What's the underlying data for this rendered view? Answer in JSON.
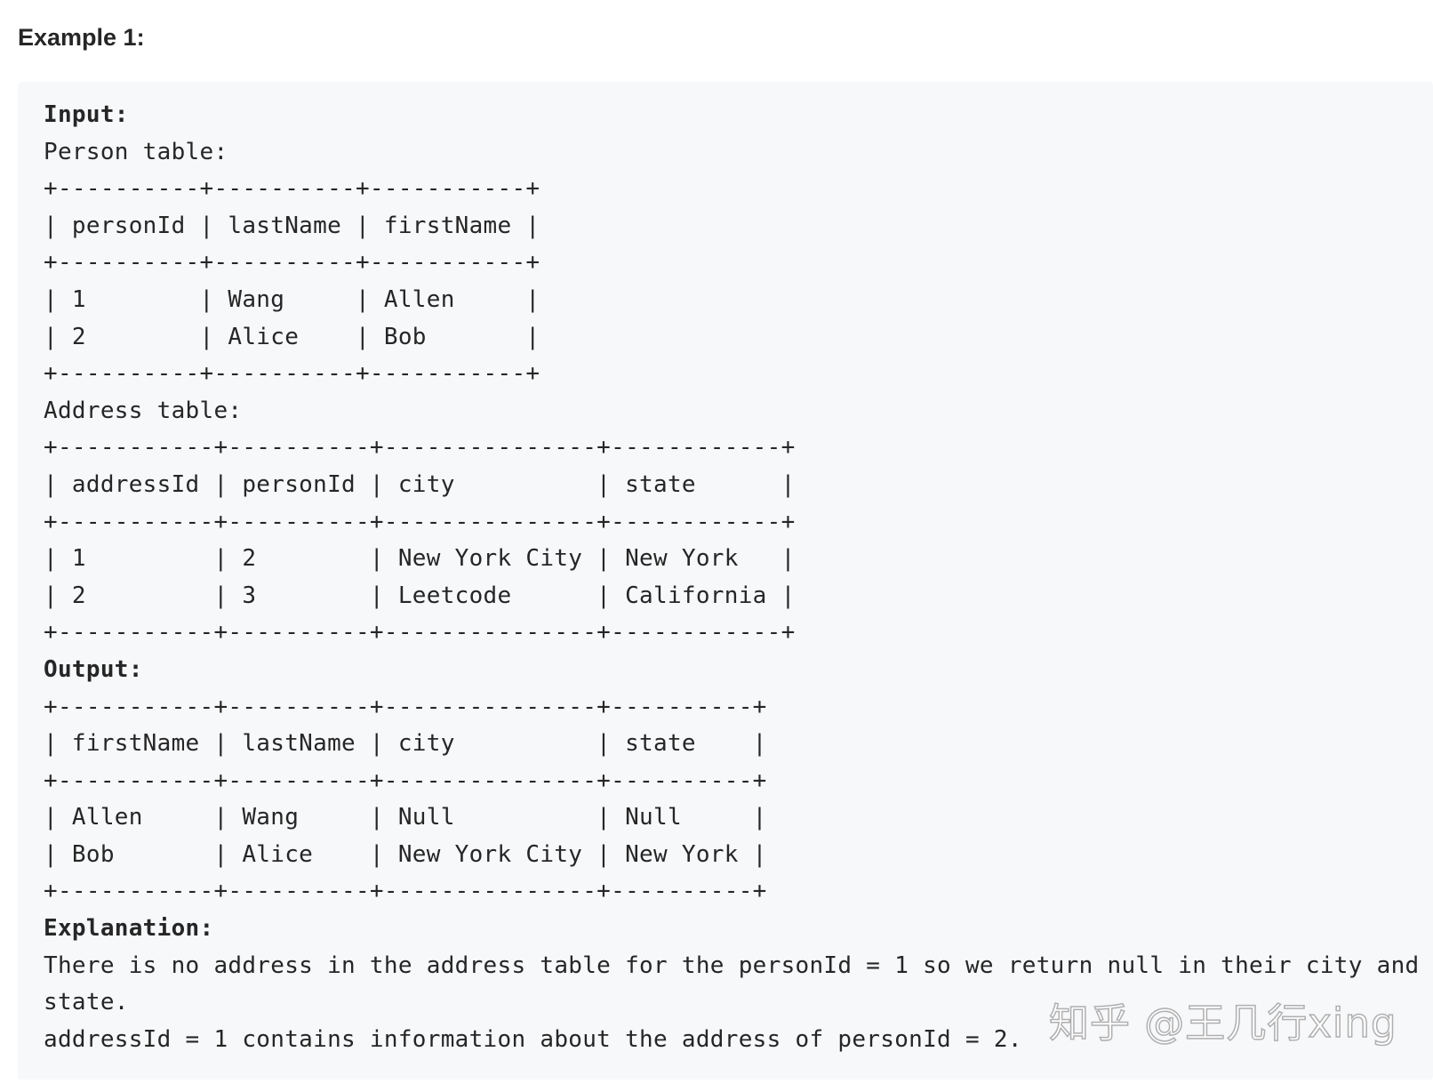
{
  "heading": "Example 1:",
  "code_lines": [
    {
      "text": "Input:",
      "bold": true
    },
    {
      "text": "Person table:",
      "bold": false
    },
    {
      "text": "+----------+----------+-----------+",
      "bold": false
    },
    {
      "text": "| personId | lastName | firstName |",
      "bold": false
    },
    {
      "text": "+----------+----------+-----------+",
      "bold": false
    },
    {
      "text": "| 1        | Wang     | Allen     |",
      "bold": false
    },
    {
      "text": "| 2        | Alice    | Bob       |",
      "bold": false
    },
    {
      "text": "+----------+----------+-----------+",
      "bold": false
    },
    {
      "text": "Address table:",
      "bold": false
    },
    {
      "text": "+-----------+----------+---------------+------------+",
      "bold": false
    },
    {
      "text": "| addressId | personId | city          | state      |",
      "bold": false
    },
    {
      "text": "+-----------+----------+---------------+------------+",
      "bold": false
    },
    {
      "text": "| 1         | 2        | New York City | New York   |",
      "bold": false
    },
    {
      "text": "| 2         | 3        | Leetcode      | California |",
      "bold": false
    },
    {
      "text": "+-----------+----------+---------------+------------+",
      "bold": false
    },
    {
      "text": "Output:",
      "bold": true
    },
    {
      "text": "+-----------+----------+---------------+----------+",
      "bold": false
    },
    {
      "text": "| firstName | lastName | city          | state    |",
      "bold": false
    },
    {
      "text": "+-----------+----------+---------------+----------+",
      "bold": false
    },
    {
      "text": "| Allen     | Wang     | Null          | Null     |",
      "bold": false
    },
    {
      "text": "| Bob       | Alice    | New York City | New York |",
      "bold": false
    },
    {
      "text": "+-----------+----------+---------------+----------+",
      "bold": false
    },
    {
      "text": "Explanation:",
      "bold": true
    },
    {
      "text": "There is no address in the address table for the personId = 1 so we return null in their city and",
      "bold": false
    },
    {
      "text": "state.",
      "bold": false
    },
    {
      "text": "addressId = 1 contains information about the address of personId = 2.",
      "bold": false
    }
  ],
  "watermark": "知乎 @王几行xing"
}
